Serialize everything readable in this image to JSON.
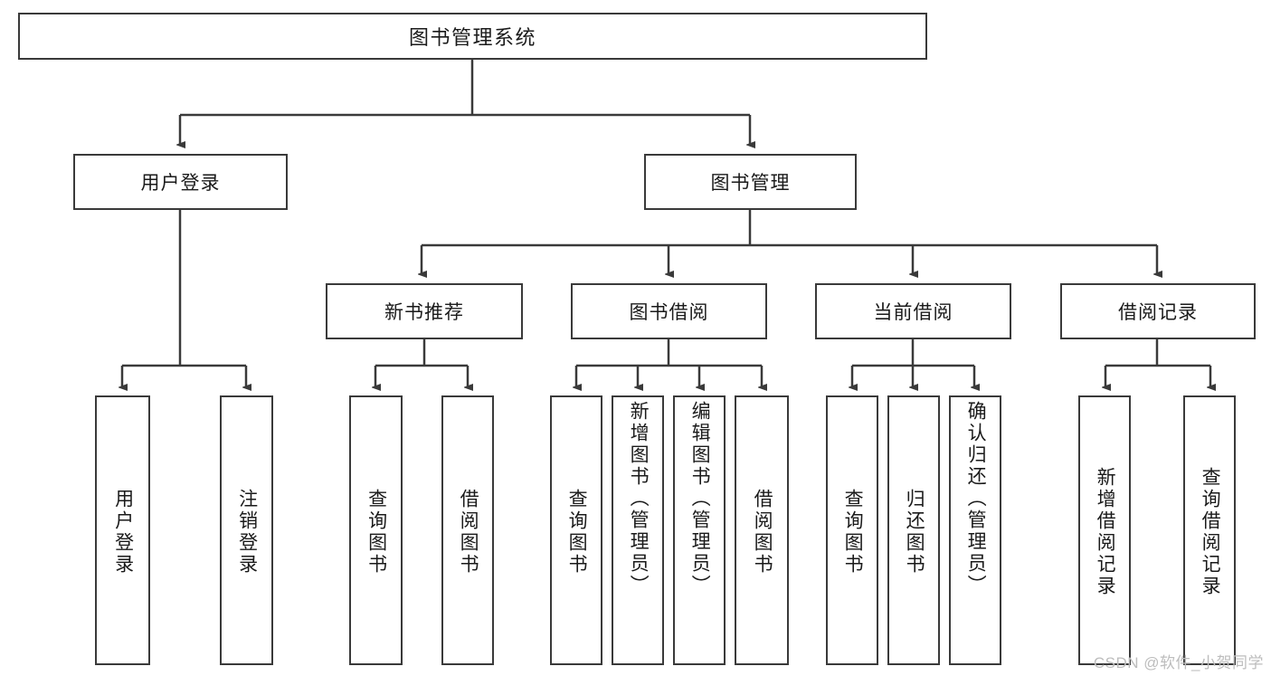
{
  "diagram": {
    "type": "tree",
    "title": "图书管理系统",
    "root": {
      "label": "图书管理系统"
    },
    "level2": [
      {
        "label": "用户登录"
      },
      {
        "label": "图书管理"
      }
    ],
    "level3": [
      {
        "label": "新书推荐"
      },
      {
        "label": "图书借阅"
      },
      {
        "label": "当前借阅"
      },
      {
        "label": "借阅记录"
      }
    ],
    "leaves": [
      {
        "label": "用户登录"
      },
      {
        "label": "注销登录"
      },
      {
        "label": "查询图书"
      },
      {
        "label": "借阅图书"
      },
      {
        "label": "查询图书"
      },
      {
        "label": "新增图书（管理员）"
      },
      {
        "label": "编辑图书（管理员）"
      },
      {
        "label": "借阅图书"
      },
      {
        "label": "查询图书"
      },
      {
        "label": "归还图书"
      },
      {
        "label": "确认归还（管理员）"
      },
      {
        "label": "新增借阅记录"
      },
      {
        "label": "查询借阅记录"
      }
    ]
  },
  "watermark": {
    "text": "CSDN @软件_小贺同学"
  },
  "colors": {
    "stroke": "#3a3a3a",
    "fill": "#ffffff",
    "text": "#1a1a1a",
    "watermark": "#bdbdbd"
  }
}
